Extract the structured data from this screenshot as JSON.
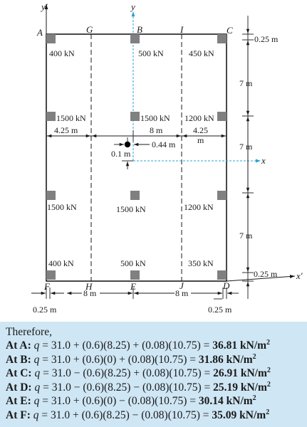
{
  "diagram": {
    "axis_labels": {
      "y_prime": "y′",
      "y": "y",
      "x": "x",
      "x_prime": "x′"
    },
    "point_labels": {
      "A": "A",
      "G": "G",
      "B": "B",
      "I": "I",
      "C": "C",
      "F": "F",
      "H": "H",
      "E": "E",
      "J": "J",
      "D": "D"
    },
    "loads": {
      "top_left": "400 kN",
      "top_center": "500 kN",
      "top_right": "450 kN",
      "mid_left": "1500 kN",
      "mid_center": "1500 kN",
      "mid_right": "1200 kN",
      "low_left": "1500 kN",
      "low_center": "1500 kN",
      "low_right": "1200 kN",
      "bot_left": "400 kN",
      "bot_center": "500 kN",
      "bot_right": "350 kN"
    },
    "dimensions": {
      "edge_top": "0.25 m",
      "span_1": "7 m",
      "span_2": "7 m",
      "span_3": "7 m",
      "edge_bottom": "0.25 m",
      "left_425": "4.25 m",
      "center_8": "8 m",
      "right_425": "4.25",
      "right_425_unit": "m",
      "ecc_x": "0.44 m",
      "ecc_y": "0.1 m",
      "bottom_left_8": "8 m",
      "bottom_right_8": "8 m",
      "edge_left": "0.25 m",
      "edge_right": "0.25 m"
    }
  },
  "results": {
    "intro": "Therefore,",
    "lines": [
      {
        "prefix": "At A:",
        "var": "q",
        "expr": " = 31.0 + (0.6)(8.25) + (0.08)(10.75) = ",
        "value": "36.81 kN/m",
        "sup": "2"
      },
      {
        "prefix": "At B:",
        "var": "q",
        "expr": " = 31.0 + (0.6)(0) + (0.08)(10.75) = ",
        "value": "31.86 kN/m",
        "sup": "2"
      },
      {
        "prefix": "At C:",
        "var": "q",
        "expr": " = 31.0 − (0.6)(8.25) + (0.08)(10.75) = ",
        "value": "26.91 kN/m",
        "sup": "2"
      },
      {
        "prefix": "At D:",
        "var": "q",
        "expr": " = 31.0 − (0.6)(8.25) − (0.08)(10.75) = ",
        "value": "25.19 kN/m",
        "sup": "2"
      },
      {
        "prefix": "At E:",
        "var": "q",
        "expr": " = 31.0 + (0.6)(0) − (0.08)(10.75) = ",
        "value": "30.14 kN/m",
        "sup": "2"
      },
      {
        "prefix": "At F:",
        "var": "q",
        "expr": " = 31.0 + (0.6)(8.25) − (0.08)(10.75) = ",
        "value": "35.09 kN/m",
        "sup": "2"
      }
    ]
  },
  "colors": {
    "line": "#1a1a1a",
    "column": "#808080",
    "axis_cyan": "#2aa3d6",
    "panel_bg": "#cfe6f4"
  }
}
